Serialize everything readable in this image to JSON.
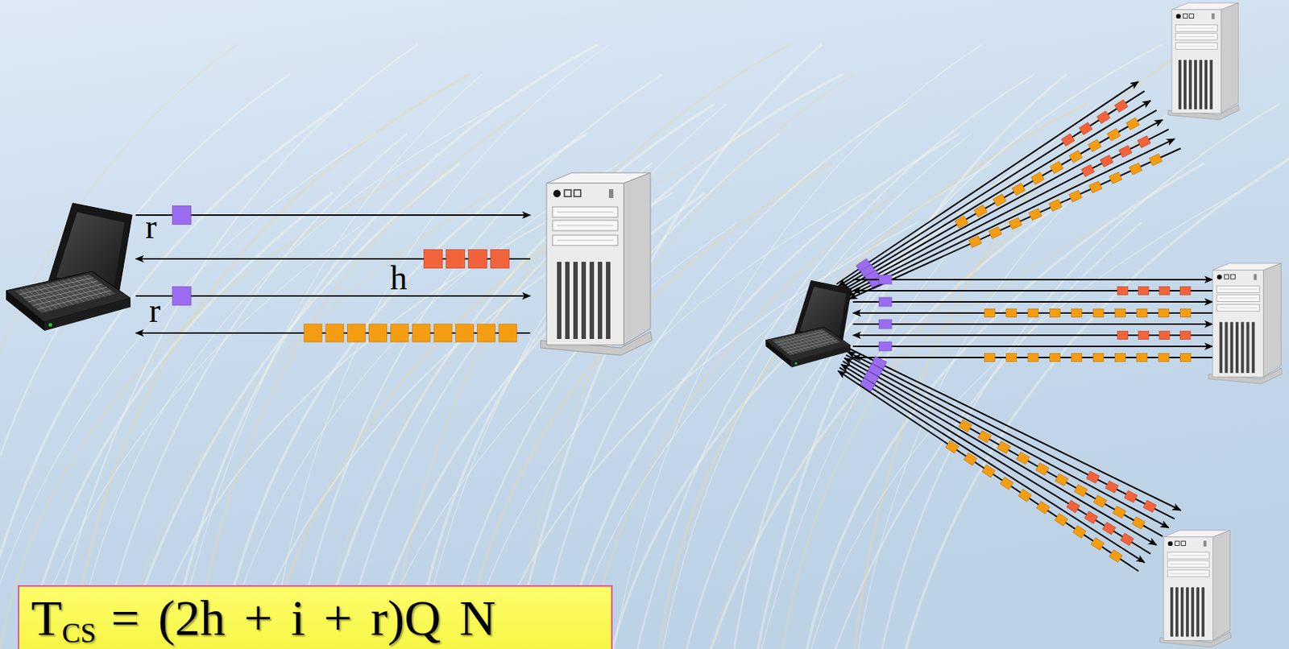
{
  "diagram": {
    "nodes": [
      {
        "text": [
          "T",
          "CS",
          "= (2h + i + r)Q N"
        ]
      }
    ],
    "labels": [
      "r",
      "h",
      "r"
    ]
  }
}
